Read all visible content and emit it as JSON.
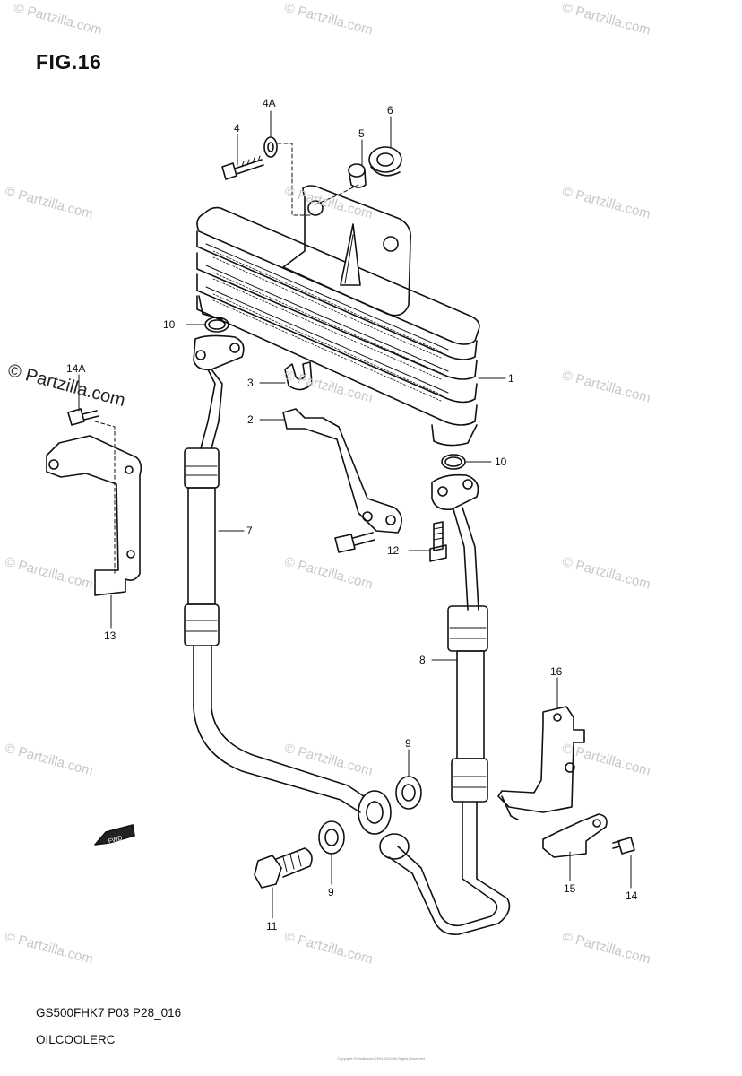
{
  "diagram": {
    "figure_title": "FIG.16",
    "model_code": "GS500FHK7 P03 P28_016",
    "section_name": "OILCOOLERC",
    "copyright_badge": "© Partzilla.com",
    "watermark": "© Partzilla.com",
    "fine_print": "Copyright Partzilla.com 2004-2019 All Rights Reserved",
    "fwd_label": "FWD",
    "callouts": [
      "4",
      "4A",
      "5",
      "6",
      "10",
      "3",
      "2",
      "1",
      "14A",
      "10",
      "7",
      "12",
      "13",
      "8",
      "16",
      "9",
      "9",
      "11",
      "15",
      "14"
    ]
  }
}
